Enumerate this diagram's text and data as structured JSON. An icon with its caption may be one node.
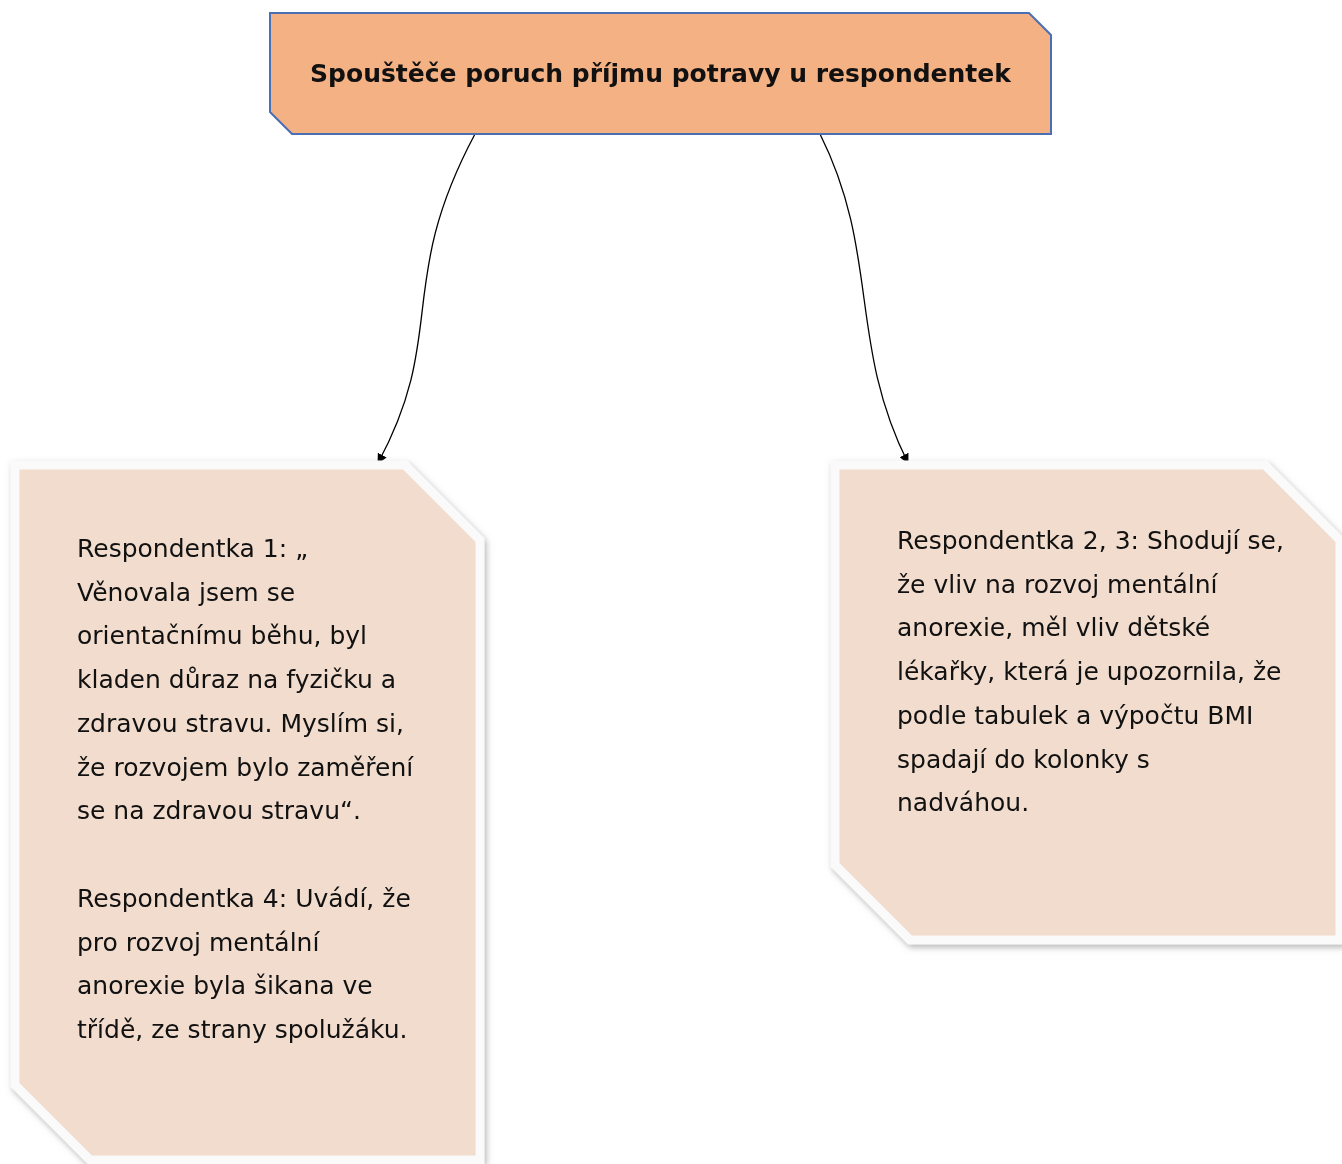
{
  "diagram": {
    "nodes": [
      {
        "text": [
          "Spouštěče poruch příjmu potravy u respondentek"
        ]
      },
      {
        "text": [
          "Respondentka 1: „ Věnovala jsem se orientačnímu běhu, byl kladen důraz na fyzičku a zdravou stravu. Myslím si, že rozvojem bylo zaměření se na zdravou stravu“.",
          "Respondentka 4: Uvádí, že pro rozvoj mentální anorexie byla šikana ve třídě, ze strany spolužáku."
        ]
      },
      {
        "text": [
          "Respondentka 2, 3: Shodují se, že vliv na rozvoj mentální anorexie, měl vliv dětské lékařky, která je upozornila, že podle tabulek a výpočtu BMI spadají do kolonky s nadváhou."
        ]
      }
    ],
    "edges": [
      {
        "from": 0,
        "to": 1,
        "arrow": "to"
      },
      {
        "from": 0,
        "to": 2,
        "arrow": "to"
      }
    ]
  }
}
